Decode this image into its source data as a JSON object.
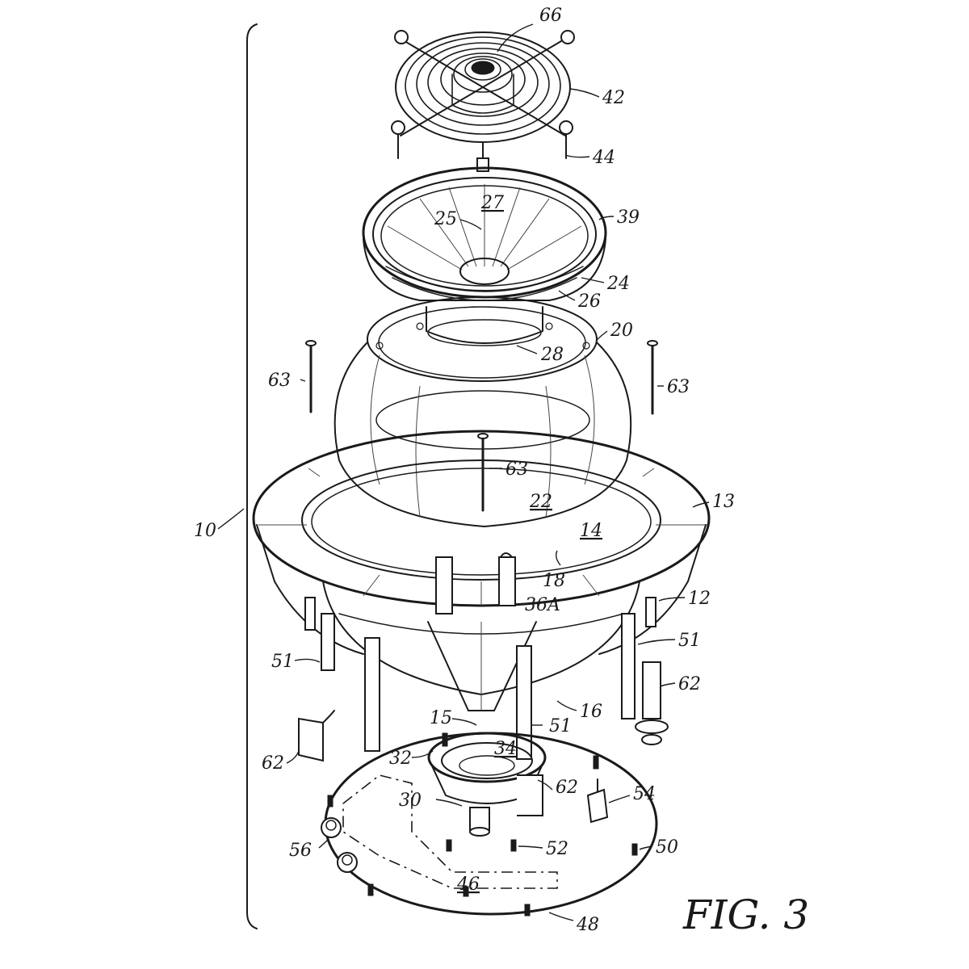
{
  "figure": {
    "label": "FIG. 3"
  },
  "refs": {
    "r66": "66",
    "r42": "42",
    "r44": "44",
    "r39": "39",
    "r27": "27",
    "r25": "25",
    "r24": "24",
    "r26": "26",
    "r20": "20",
    "r28": "28",
    "r63a": "63",
    "r63b": "63",
    "r63c": "63",
    "r13": "13",
    "r22": "22",
    "r14": "14",
    "r18": "18",
    "r36a": "36A",
    "r10": "10",
    "r12": "12",
    "r51a": "51",
    "r51b": "51",
    "r51c": "51",
    "r62a": "62",
    "r62b": "62",
    "r62c": "62",
    "r16": "16",
    "r15": "15",
    "r34": "34",
    "r32": "32",
    "r30": "30",
    "r54": "54",
    "r52": "52",
    "r50": "50",
    "r56": "56",
    "r46": "46",
    "r48": "48"
  }
}
